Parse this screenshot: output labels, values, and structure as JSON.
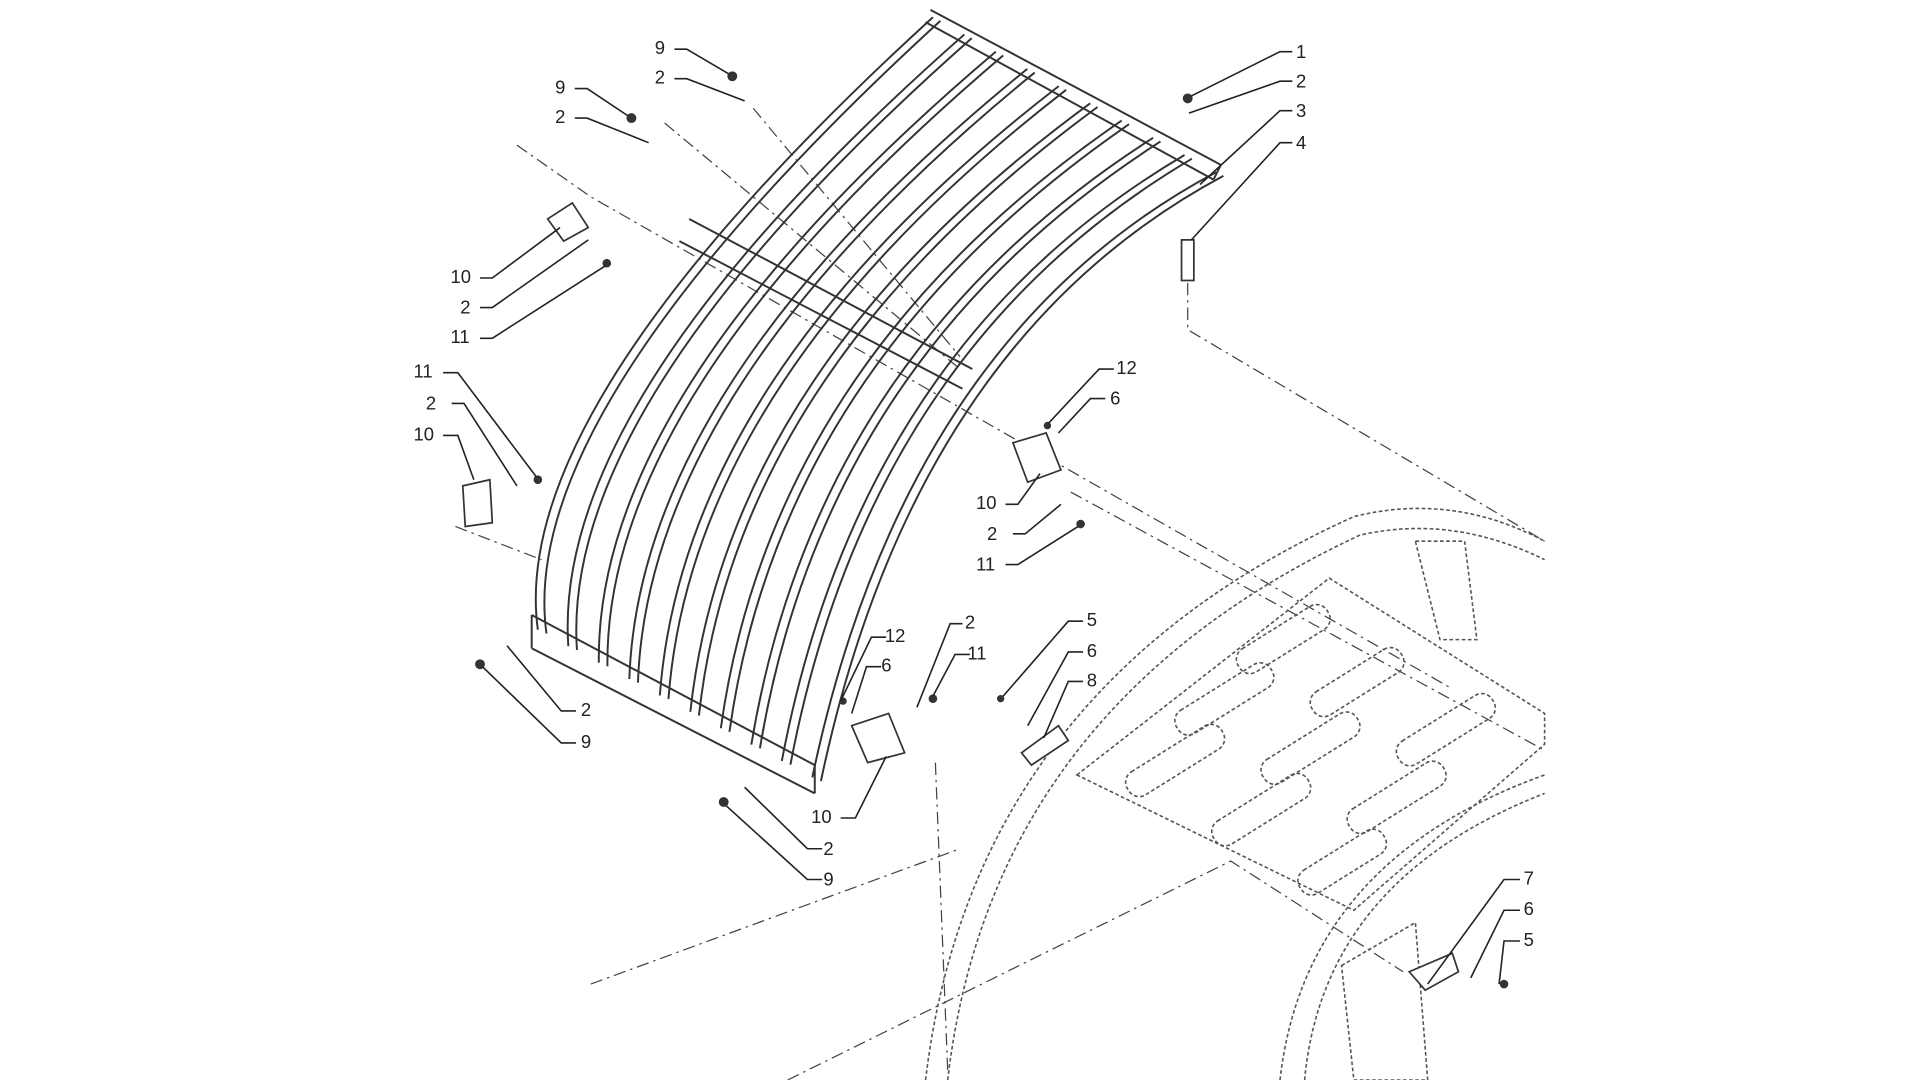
{
  "diagram": {
    "title": "Exploded parts view - curved bar guard",
    "callouts": {
      "c1": "1",
      "c2": "2",
      "c3": "3",
      "c4": "4",
      "c5": "9",
      "c6": "2",
      "c7": "9",
      "c8": "2",
      "c9": "10",
      "c10": "2",
      "c11": "11",
      "c12": "11",
      "c13": "2",
      "c14": "10",
      "c15": "12",
      "c16": "6",
      "c17": "10",
      "c18": "2",
      "c19": "11",
      "c20": "2",
      "c21": "9",
      "c22": "12",
      "c23": "6",
      "c24": "2",
      "c25": "11",
      "c26": "5",
      "c27": "6",
      "c28": "8",
      "c29": "10",
      "c30": "2",
      "c31": "9",
      "c32": "7",
      "c33": "6",
      "c34": "5"
    }
  }
}
